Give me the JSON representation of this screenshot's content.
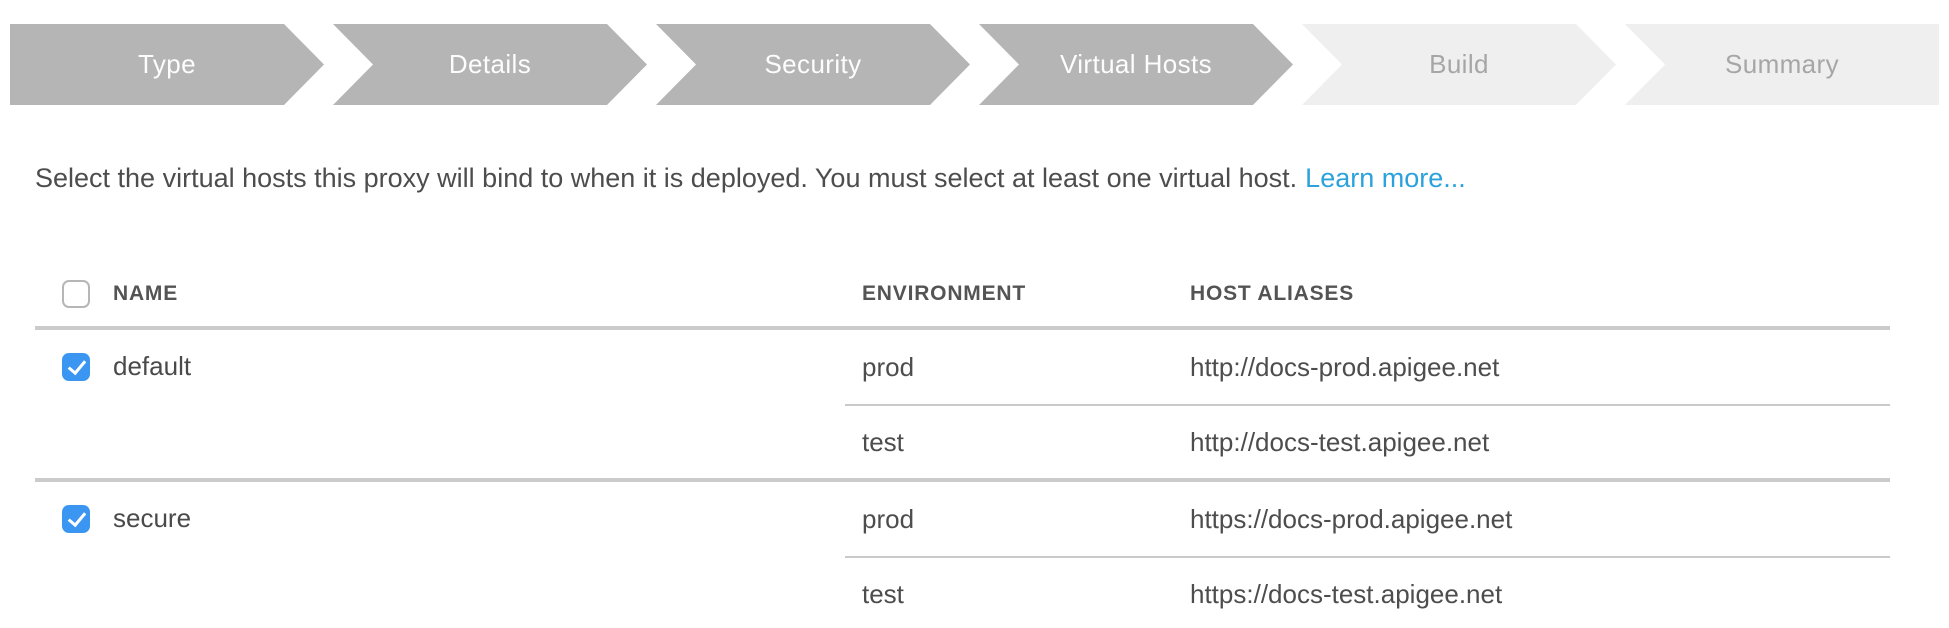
{
  "stepper": {
    "steps": [
      {
        "label": "Type",
        "state": "active"
      },
      {
        "label": "Details",
        "state": "active"
      },
      {
        "label": "Security",
        "state": "active"
      },
      {
        "label": "Virtual Hosts",
        "state": "active"
      },
      {
        "label": "Build",
        "state": "inactive"
      },
      {
        "label": "Summary",
        "state": "inactive"
      }
    ]
  },
  "description": {
    "text": "Select the virtual hosts this proxy will bind to when it is deployed. You must select at least one virtual host.",
    "link_label": "Learn more..."
  },
  "table": {
    "select_all_checked": false,
    "columns": [
      "NAME",
      "ENVIRONMENT",
      "HOST ALIASES"
    ],
    "rows": [
      {
        "name": "default",
        "checked": true,
        "bindings": [
          {
            "environment": "prod",
            "host_alias": "http://docs-prod.apigee.net"
          },
          {
            "environment": "test",
            "host_alias": "http://docs-test.apigee.net"
          }
        ]
      },
      {
        "name": "secure",
        "checked": true,
        "bindings": [
          {
            "environment": "prod",
            "host_alias": "https://docs-prod.apigee.net"
          },
          {
            "environment": "test",
            "host_alias": "https://docs-test.apigee.net"
          }
        ]
      }
    ]
  },
  "colors": {
    "link_color": "#2ba2db",
    "checkbox_color": "#3b96f2",
    "step_active_bg": "#b5b5b5",
    "step_inactive_bg": "#efefef"
  }
}
